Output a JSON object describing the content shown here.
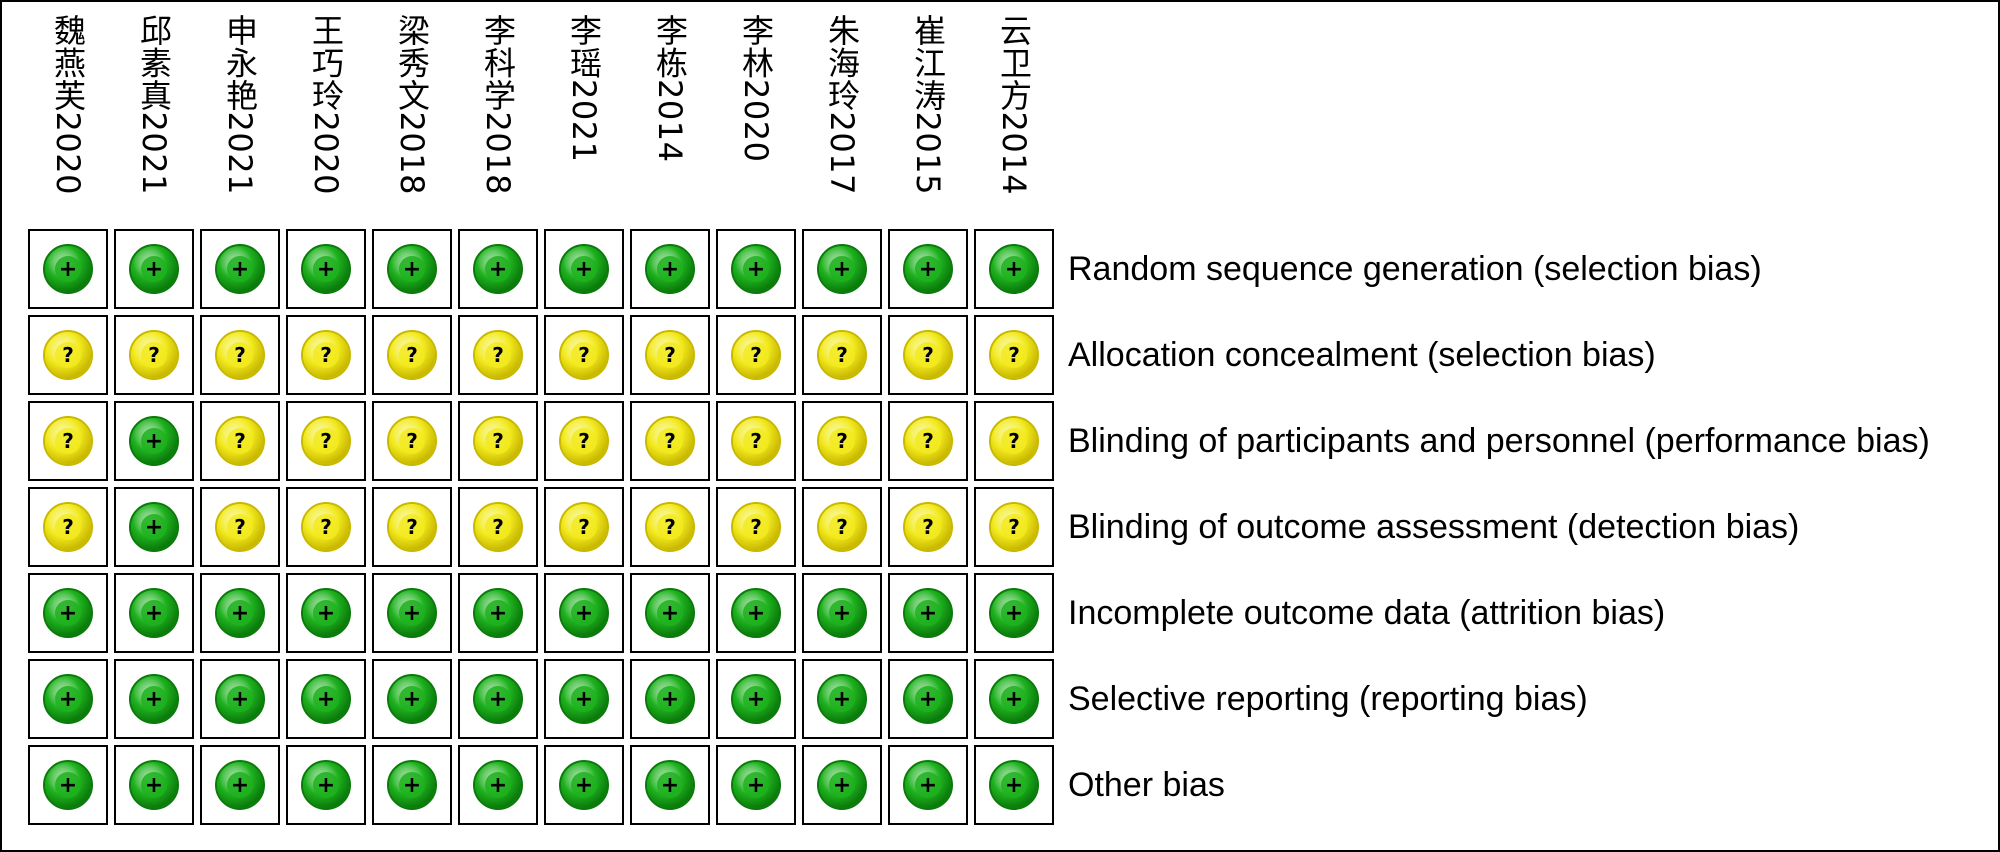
{
  "chart_data": {
    "type": "table",
    "title": "",
    "studies": [
      "魏燕芙2020",
      "邱素真2021",
      "申永艳2021",
      "王巧玲2020",
      "梁秀文2018",
      "李科学2018",
      "李瑶2021",
      "李栋2014",
      "李林2020",
      "朱海玲2017",
      "崔江涛2015",
      "云卫方2014"
    ],
    "domains": [
      "Random sequence generation (selection bias)",
      "Allocation concealment (selection bias)",
      "Blinding of participants and personnel (performance bias)",
      "Blinding of outcome assessment (detection bias)",
      "Incomplete outcome data (attrition bias)",
      "Selective reporting (reporting bias)",
      "Other bias"
    ],
    "judgements": [
      [
        "+",
        "+",
        "+",
        "+",
        "+",
        "+",
        "+",
        "+",
        "+",
        "+",
        "+",
        "+"
      ],
      [
        "?",
        "?",
        "?",
        "?",
        "?",
        "?",
        "?",
        "?",
        "?",
        "?",
        "?",
        "?"
      ],
      [
        "?",
        "+",
        "?",
        "?",
        "?",
        "?",
        "?",
        "?",
        "?",
        "?",
        "?",
        "?"
      ],
      [
        "?",
        "+",
        "?",
        "?",
        "?",
        "?",
        "?",
        "?",
        "?",
        "?",
        "?",
        "?"
      ],
      [
        "+",
        "+",
        "+",
        "+",
        "+",
        "+",
        "+",
        "+",
        "+",
        "+",
        "+",
        "+"
      ],
      [
        "+",
        "+",
        "+",
        "+",
        "+",
        "+",
        "+",
        "+",
        "+",
        "+",
        "+",
        "+"
      ],
      [
        "+",
        "+",
        "+",
        "+",
        "+",
        "+",
        "+",
        "+",
        "+",
        "+",
        "+",
        "+"
      ]
    ],
    "legend": {
      "+": {
        "icon": "low-risk-icon",
        "fill": "#1fb21f",
        "ring": "#0a7a0a",
        "symbol_color": "#000000"
      },
      "?": {
        "icon": "unclear-risk-icon",
        "fill": "#f2ea1e",
        "ring": "#c8b800",
        "symbol_color": "#000000"
      }
    }
  }
}
